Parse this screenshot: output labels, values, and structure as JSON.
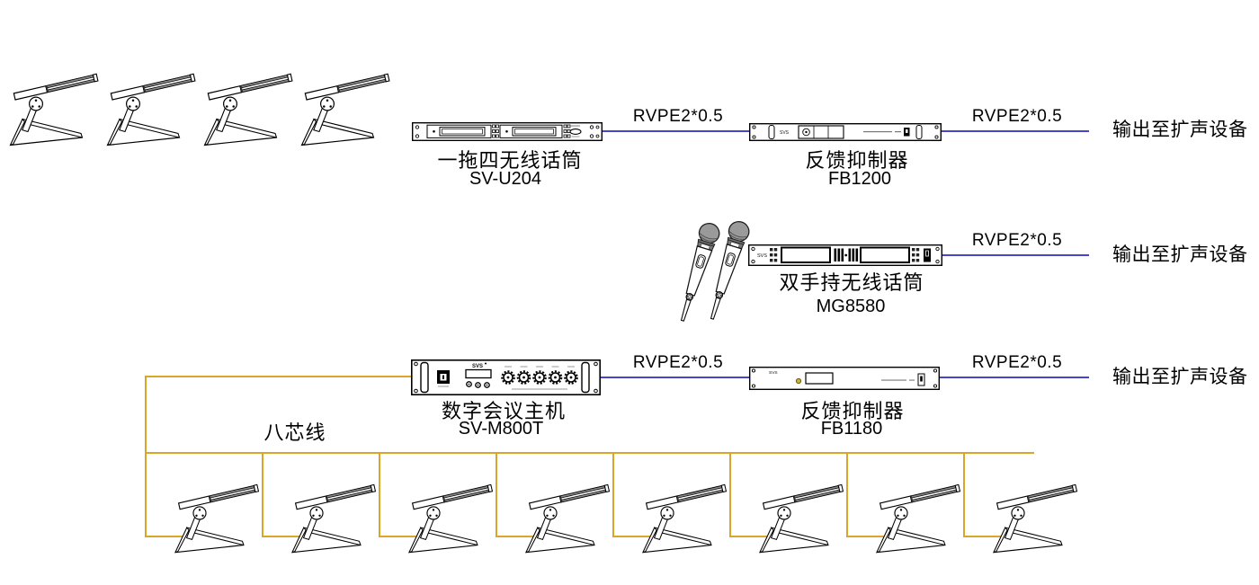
{
  "colors": {
    "blue_wire": "#4545CC",
    "yellow_wire": "#D9A627",
    "ink": "#111111"
  },
  "brand": "SVS",
  "row1": {
    "mic_count": 4,
    "receiver": {
      "name": "一拖四无线话筒",
      "model": "SV-U204"
    },
    "cable1": "RVPE2*0.5",
    "suppressor": {
      "name": "反馈抑制器",
      "model": "FB1200"
    },
    "cable2": "RVPE2*0.5",
    "output": "输出至扩声设备"
  },
  "row2": {
    "mic_count": 2,
    "receiver": {
      "name": "双手持无线话筒",
      "model": "MG8580"
    },
    "cable": "RVPE2*0.5",
    "output": "输出至扩声设备"
  },
  "row3": {
    "host": {
      "name": "数字会议主机",
      "model": "SV-M800T"
    },
    "cable1": "RVPE2*0.5",
    "suppressor": {
      "name": "反馈抑制器",
      "model": "FB1180"
    },
    "cable2": "RVPE2*0.5",
    "output": "输出至扩声设备",
    "bus_label": "八芯线",
    "mic_count": 8
  }
}
